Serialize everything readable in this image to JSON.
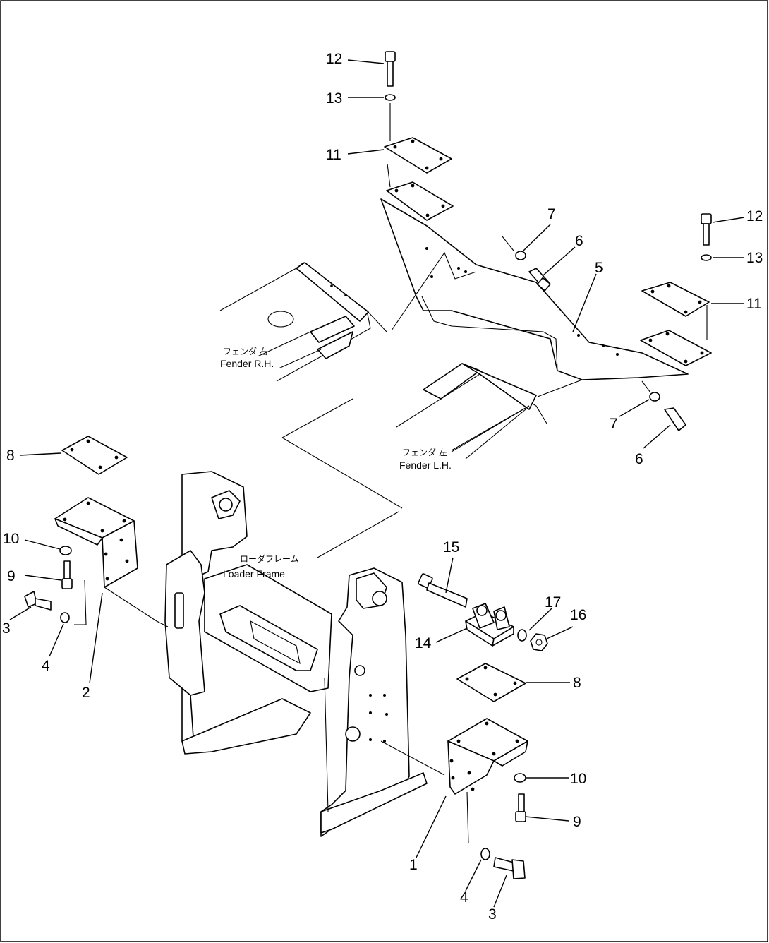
{
  "labels": {
    "fender_rh_jp": "フェンダ 右",
    "fender_rh_en": "Fender R.H.",
    "fender_lh_jp": "フェンダ 左",
    "fender_lh_en": "Fender L.H.",
    "loader_frame_jp": "ローダフレーム",
    "loader_frame_en": "Loader Frame"
  },
  "callouts": {
    "c12a": "12",
    "c13a": "13",
    "c11a": "11",
    "c7a": "7",
    "c6a": "6",
    "c5": "5",
    "c12b": "12",
    "c13b": "13",
    "c11b": "11",
    "c7b": "7",
    "c6b": "6",
    "c8a": "8",
    "c10a": "10",
    "c9a": "9",
    "c3a": "3",
    "c4a": "4",
    "c2": "2",
    "c15": "15",
    "c17": "17",
    "c16": "16",
    "c14": "14",
    "c8b": "8",
    "c10b": "10",
    "c9b": "9",
    "c1": "1",
    "c4b": "4",
    "c3b": "3"
  }
}
